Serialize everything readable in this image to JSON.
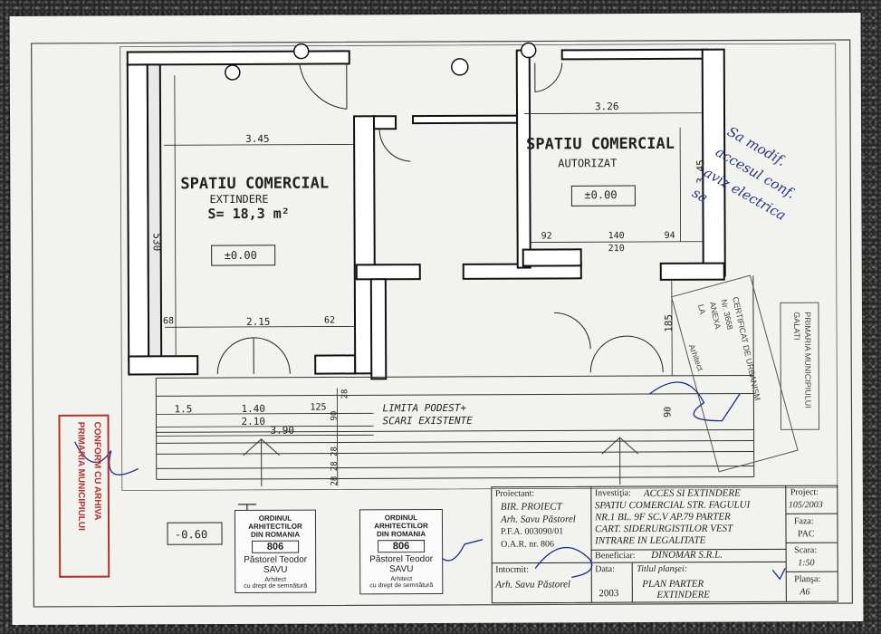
{
  "rooms": {
    "left_title": "SPATIU COMERCIAL",
    "left_sub": "EXTINDERE",
    "left_area": "S= 18,3 m²",
    "left_level": "±0.00",
    "right_title": "SPATIU COMERCIAL",
    "right_sub": "AUTORIZAT",
    "right_level": "±0.00"
  },
  "dims": {
    "d_345": "3.45",
    "d_326": "3.26",
    "d_530": "530",
    "d_68": "68",
    "d_215": "2.15",
    "d_62": "62",
    "d_92": "92",
    "d_140": "140",
    "d_210": "210",
    "d_94": "94",
    "d_345v": "3.45",
    "d_185": "185",
    "d_90": "90",
    "d_15": "1.5",
    "d_140b": "1.40",
    "d_125": "125",
    "d_210b": "2.10",
    "d_390": "3.90",
    "d_90b": "90",
    "d_28": "28",
    "d_stairs": "28 28 28"
  },
  "notes": {
    "limit_line1": "LIMITA PODEST+",
    "limit_line2": "SCARI EXISTENTE",
    "level_ext": "-0.60",
    "handwritten": "Sa modif. accesul conf. aviz electrica sa"
  },
  "stamp_red": {
    "line1": "PRIMARIA MUNICIPIULUI",
    "line2": "CONFORM CU ARHIVA"
  },
  "stamp_architect_1": {
    "line1": "ORDINUL ARHITECTILOR",
    "line2": "DIN ROMANIA",
    "number": "806",
    "name1": "Păstorel Teodor",
    "name2": "SAVU",
    "role1": "Arhitect",
    "role2": "cu drept de semnătură"
  },
  "stamp_architect_2": {
    "line1": "ORDINUL ARHITECTILOR",
    "line2": "DIN ROMANIA",
    "number": "806",
    "name1": "Păstorel Teodor",
    "name2": "SAVU",
    "role1": "Arhitect",
    "role2": "cu drept de semnătură"
  },
  "side_stamp": {
    "line1": "CERTIFICAT DE URBANISM",
    "line2": "ANEXA",
    "line3": "LA",
    "line4": "PRIMARIA MUNICIPIULUI",
    "line5": "GALATI",
    "line6": "Arhitect",
    "nr": "Nr. 3668"
  },
  "title_block": {
    "proiectant_label": "Proiectant:",
    "proiectant_1": "BIR. PROIECT",
    "proiectant_2": "Arh. Savu Păstorel",
    "proiectant_3": "P.F.A. 003090/01",
    "proiectant_4": "O.A.R. nr. 806",
    "investitia_label": "Investiţia:",
    "investitia_1": "ACCES SI EXTINDERE",
    "investitia_2": "SPATIU COMERCIAL STR. FAGULUI",
    "investitia_3": "NR.1 BL. 9F SC.V AP.79 PARTER",
    "investitia_4": "CART. SIDERURGISTILOR VEST",
    "investitia_5": "INTRARE IN LEGALITATE",
    "beneficiar_label": "Beneficiar:",
    "beneficiar": "DINOMAR S.R.L.",
    "intocmit_label": "Intocmit:",
    "intocmit": "Arh. Savu Păstorel",
    "data_label": "Data:",
    "data": "2003",
    "titlu_label": "Titlul planşei:",
    "titlu_1": "PLAN PARTER",
    "titlu_2": "EXTINDERE",
    "proiect_label": "Project:",
    "proiect": "105/2003",
    "faza_label": "Faza:",
    "faza": "PAC",
    "scara_label": "Scara:",
    "scara": "1:50",
    "plansa_label": "Planşa:",
    "plansa": "A6"
  }
}
